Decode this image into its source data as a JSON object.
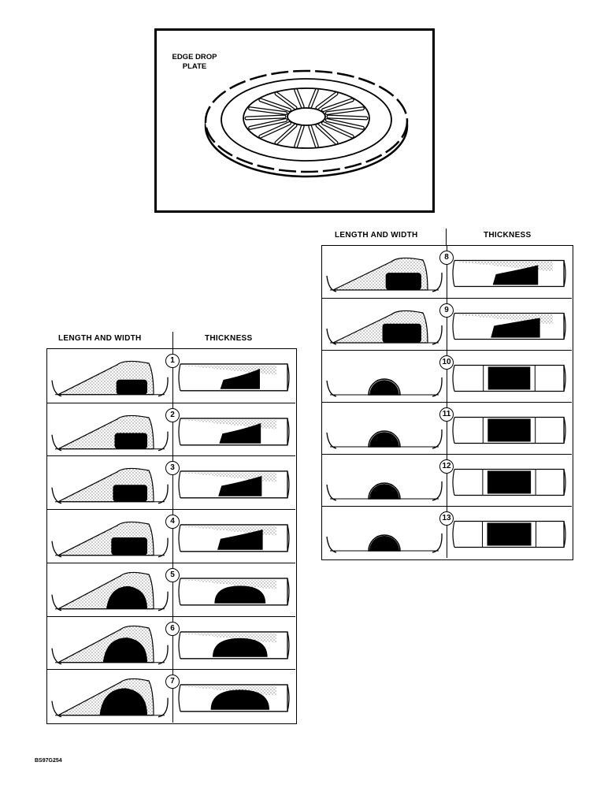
{
  "plate": {
    "label_line1": "EDGE DROP",
    "label_line2": "PLATE"
  },
  "left_table": {
    "header_left": "LENGTH AND WIDTH",
    "header_right": "THICKNESS",
    "rows": [
      {
        "num": "1",
        "style": "sharp",
        "fill": 0.3
      },
      {
        "num": "2",
        "style": "sharp",
        "fill": 0.35
      },
      {
        "num": "3",
        "style": "sharp",
        "fill": 0.4
      },
      {
        "num": "4",
        "style": "sharp",
        "fill": 0.45
      },
      {
        "num": "5",
        "style": "round",
        "fill": 0.6
      },
      {
        "num": "6",
        "style": "round",
        "fill": 0.7
      },
      {
        "num": "7",
        "style": "round",
        "fill": 0.8
      }
    ]
  },
  "right_table": {
    "header_left": "LENGTH AND WIDTH",
    "header_right": "THICKNESS",
    "rows": [
      {
        "num": "8",
        "style": "sharp",
        "fill": 0.45
      },
      {
        "num": "9",
        "style": "sharp",
        "fill": 0.55
      },
      {
        "num": "10",
        "style": "dome",
        "fill": 0.85
      },
      {
        "num": "11",
        "style": "dome",
        "fill": 0.9
      },
      {
        "num": "12",
        "style": "dome",
        "fill": 0.95
      },
      {
        "num": "13",
        "style": "dome",
        "fill": 1.0
      }
    ]
  },
  "figure_id": "BS97G254"
}
